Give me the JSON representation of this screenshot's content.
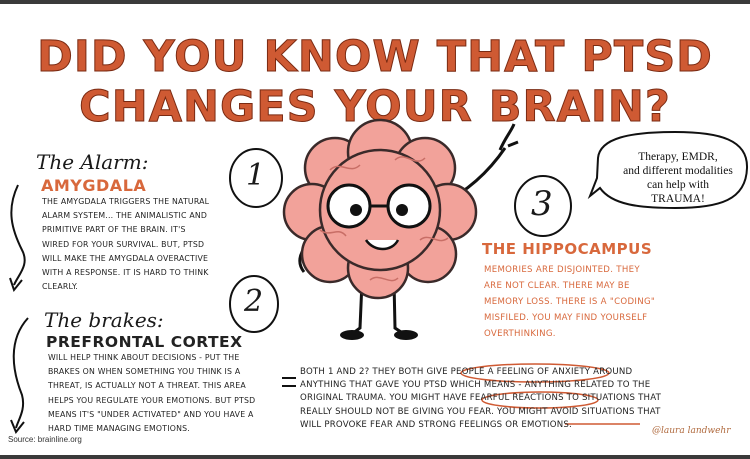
{
  "title": {
    "line1": "DID YOU KNOW THAT PTSD",
    "line2": "CHANGES YOUR BRAIN?"
  },
  "amygdala": {
    "label": "The Alarm:",
    "number": "1",
    "heading": "AMYGDALA",
    "lines": [
      "The amygdala triggers the natural",
      "alarm system... the animalistic and",
      "primitive part of the brain. It's",
      "wired for your survival. But, PTSD",
      "will make the amygdala overactive",
      "with a response. It is hard to think",
      "clearly."
    ]
  },
  "prefrontal": {
    "label": "The brakes:",
    "number": "2",
    "heading": "PREFRONTAL CORTEX",
    "lines": [
      "Will help think about decisions - put the",
      "brakes on when something you think is a",
      "threat, is actually not a threat. This area",
      "helps you regulate your emotions. But PTSD",
      "means it's \"under activated\" and you have a",
      "hard time managing emotions."
    ]
  },
  "hippocampus": {
    "number": "3",
    "heading": "THE HIPPOCAMPUS",
    "lines": [
      "Memories are disjointed. They",
      "are not clear. There may be",
      "memory loss. There is a \"coding\"",
      "misfiled. You may find yourself",
      "overthinking."
    ]
  },
  "bubble": {
    "lines": [
      "Therapy, EMDR,",
      "and different modalities",
      "can help with",
      "TRAUMA!"
    ]
  },
  "bottom": {
    "lines": [
      "Both 1 and 2? They both give people a feeling of anxiety around",
      "anything that gave you PTSD which means - anything related to the",
      "original trauma. You might have fearful reactions to situations that",
      "really should not be giving you fear. You might avoid situations that",
      "will provoke fear and strong feelings or emotions."
    ]
  },
  "source": "Source: brainline.org",
  "signature": "@laura landwehr",
  "colors": {
    "accent": "#cf5a33",
    "brain": "#f2a29a",
    "text": "#222222"
  }
}
